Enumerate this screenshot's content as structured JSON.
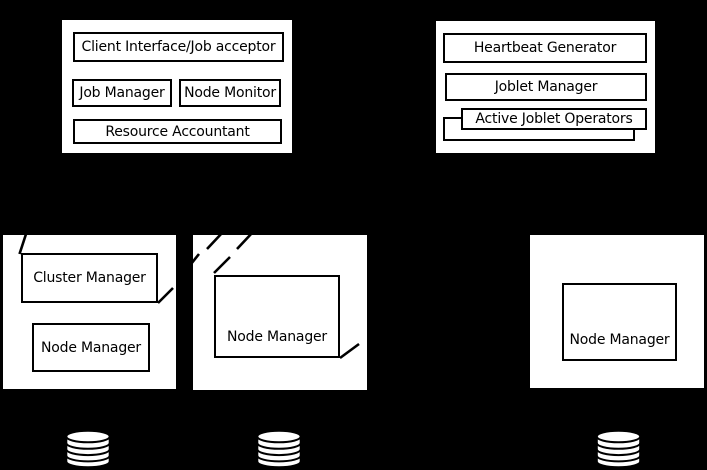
{
  "colors": {
    "background": "#000000",
    "panel_fill": "#ffffff",
    "module_border": "#000000",
    "connector_line": "#000000"
  },
  "master_server_panel": {
    "client_interface_label": "Client Interface/Job acceptor",
    "job_manager_label": "Job Manager",
    "node_monitor_label": "Node Monitor",
    "resource_accountant_label": "Resource Accountant"
  },
  "agent_panel": {
    "heartbeat_generator_label": "Heartbeat Generator",
    "joblet_manager_label": "Joblet Manager",
    "active_joblet_operators_label": "Active Joblet Operators"
  },
  "cluster_node_panel": {
    "cluster_manager_label": "Cluster Manager",
    "node_manager_label": "Node Manager"
  },
  "center_node_panel": {
    "node_manager_label": "Node Manager"
  },
  "right_node_panel": {
    "node_manager_label": "Node Manager"
  },
  "icons": {
    "database": "database-cylinder"
  }
}
